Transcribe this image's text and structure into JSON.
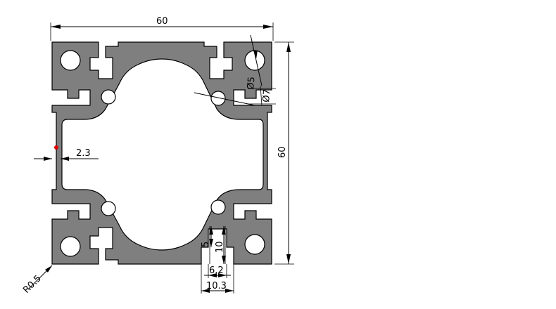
{
  "dimensions": {
    "overall_width": "60",
    "overall_height": "60",
    "wall_thickness": "2.3",
    "corner_hole_diameter": "Ø7",
    "inner_hole_diameter": "Ø5",
    "slot_depth_inner": "5",
    "slot_depth_outer": "10",
    "slot_opening": "6.2",
    "slot_width": "10.3",
    "corner_radius": "R0.5"
  },
  "colors": {
    "profile_fill": "#7f7f7f",
    "marker": "#e00000"
  }
}
